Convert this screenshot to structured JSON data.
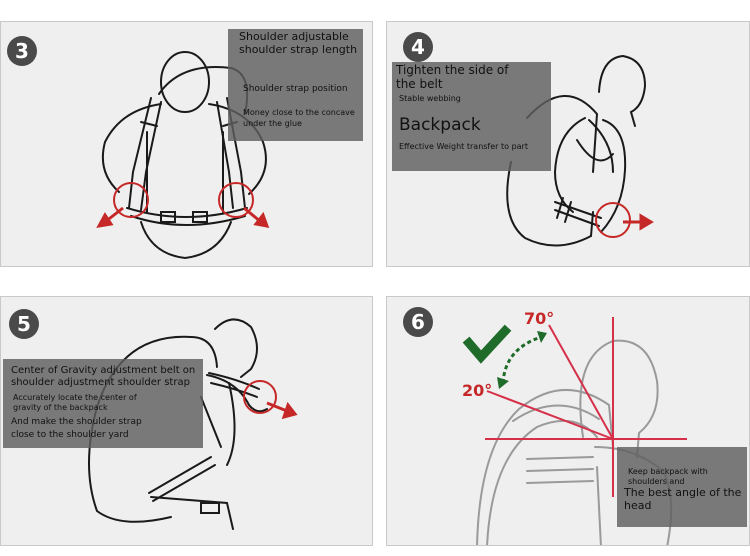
{
  "colors": {
    "accent_red": "#c62828",
    "check_green": "#1f6b2a",
    "line_red": "#d6304a",
    "overlay_gray": "#5f5f5f"
  },
  "panels": [
    {
      "number": "3",
      "texts": {
        "t1a": "Shoulder adjustable",
        "t1b": "shoulder strap length",
        "t2": "Shoulder strap position",
        "t3a": "Money close to the concave",
        "t3b": "under the glue"
      }
    },
    {
      "number": "4",
      "texts": {
        "t1a": "Tighten the side of",
        "t1b": "the belt",
        "t2": "Stable webbing",
        "t3": "Backpack",
        "t4": "Effective Weight transfer to part"
      }
    },
    {
      "number": "5",
      "texts": {
        "t1a": "Center of Gravity adjustment belt on",
        "t1b": "shoulder adjustment shoulder strap",
        "t2a": "Accurately locate the center of",
        "t2b": "gravity of the backpack",
        "t3a": "And make the shoulder strap",
        "t3b": "close to the shoulder yard"
      }
    },
    {
      "number": "6",
      "deg70": "70°",
      "deg20": "20°",
      "check_icon": "checkmark-icon",
      "texts": {
        "t1a": "Keep backpack with",
        "t1b": "shoulders and",
        "t2a": "The best angle of the",
        "t2b": "head"
      }
    }
  ]
}
